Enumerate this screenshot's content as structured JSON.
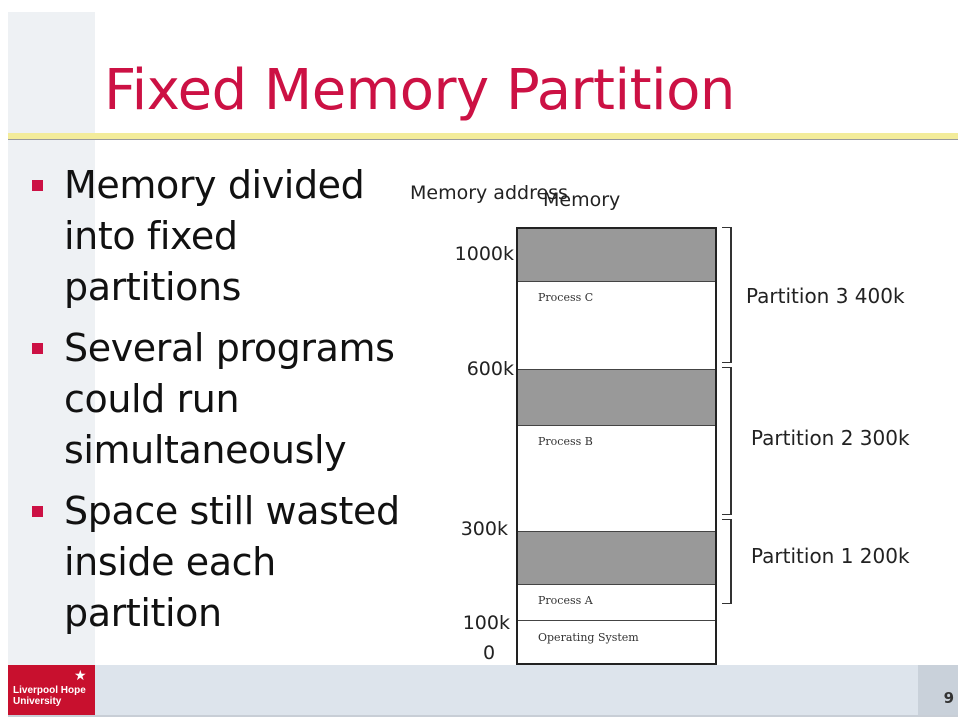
{
  "slide": {
    "title": "Fixed Memory Partition",
    "bullets": [
      "Memory divided into fixed partitions",
      "Several programs could run simultaneously",
      "Space still wasted inside each partition"
    ]
  },
  "diagram": {
    "address_header": "Memory address",
    "memory_header": "Memory",
    "addresses": [
      "1000k",
      "600k",
      "300k",
      "100k",
      "0"
    ],
    "blocks": [
      "Process C",
      "Process B",
      "Process A",
      "Operating System"
    ],
    "partitions": [
      "Partition 3 400k",
      "Partition 2 300k",
      "Partition 1 200k"
    ]
  },
  "footer": {
    "logo_text": "Liverpool Hope University",
    "page_number": "9"
  },
  "colors": {
    "title": "#cc1144",
    "bullet_marker": "#cc1144",
    "unused_space": "#999999",
    "logo_background": "#c8102e"
  },
  "icons": {
    "bullet": "square-bullet-icon",
    "logo": "star-icon"
  }
}
